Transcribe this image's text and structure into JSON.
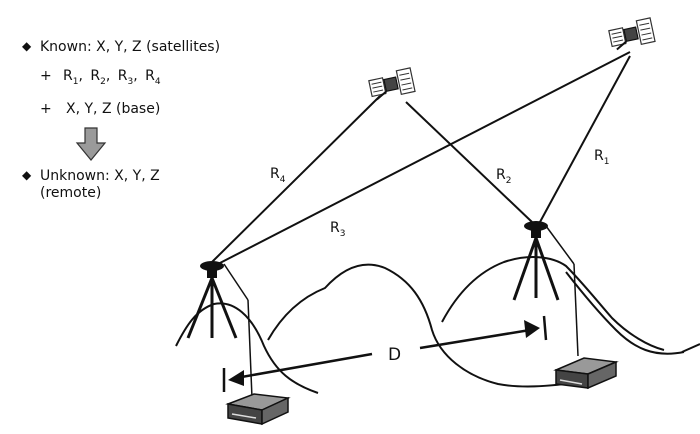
{
  "legend": {
    "known_bullet": "◆",
    "known": "Known: X, Y, Z (satellites)",
    "plus1": "+",
    "ranges": [
      {
        "base": "R",
        "sub": "1",
        "sep": ","
      },
      {
        "base": "R",
        "sub": "2",
        "sep": ","
      },
      {
        "base": "R",
        "sub": "3",
        "sep": ","
      },
      {
        "base": "R",
        "sub": "4",
        "sep": ""
      }
    ],
    "plus2": "+",
    "base_xyz": "X, Y, Z (base)",
    "unknown_bullet": "◆",
    "unknown_line1": "Unknown: X, Y, Z",
    "unknown_line2": "(remote)"
  },
  "ranges": {
    "r1": {
      "base": "R",
      "sub": "1"
    },
    "r2": {
      "base": "R",
      "sub": "2"
    },
    "r3": {
      "base": "R",
      "sub": "3"
    },
    "r4": {
      "base": "R",
      "sub": "4"
    }
  },
  "distance_label": "D",
  "colors": {
    "ink": "#111111",
    "arrow_fill": "#9a9a9a",
    "receiver": "#555555"
  },
  "icons": [
    "satellite-icon",
    "tripod-icon",
    "receiver-icon",
    "down-arrow-icon"
  ]
}
